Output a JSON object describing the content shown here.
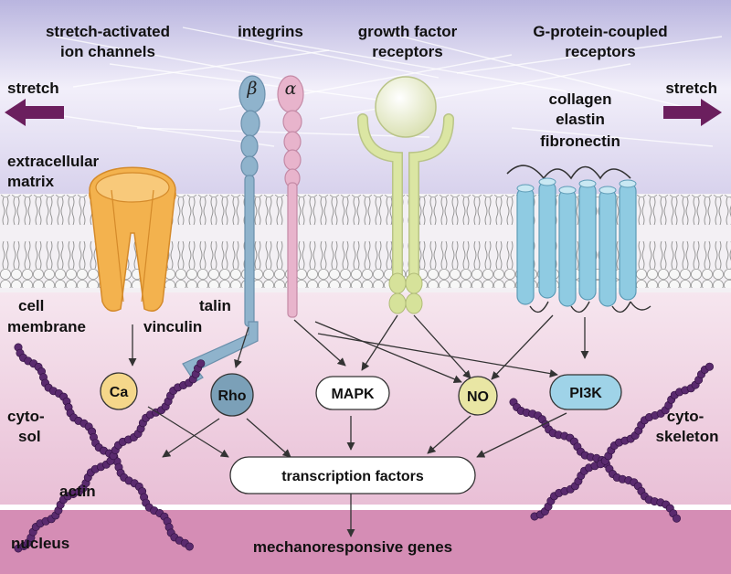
{
  "labels": {
    "stretch_ion_1": "stretch-activated",
    "stretch_ion_2": "ion channels",
    "integrins": "integrins",
    "gf_1": "growth factor",
    "gf_2": "receptors",
    "gpcr_1": "G-protein-coupled",
    "gpcr_2": "receptors",
    "stretch_left": "stretch",
    "stretch_right": "stretch",
    "beta": "β",
    "alpha": "α",
    "ecm_1": "collagen",
    "ecm_2": "elastin",
    "ecm_3": "fibronectin",
    "extracellular_1": "extracellular",
    "extracellular_2": "matrix",
    "cell_1": "cell",
    "cell_2": "membrane",
    "talin": "talin",
    "vinculin": "vinculin",
    "cytosol_1": "cyto-",
    "cytosol_2": "sol",
    "actin": "actin",
    "cytoskeleton_1": "cyto-",
    "cytoskeleton_2": "skeleton",
    "nucleus": "nucleus",
    "genes": "mechanoresponsive genes"
  },
  "nodes": {
    "ca": "Ca",
    "rho": "Rho",
    "mapk": "MAPK",
    "no": "NO",
    "pi3k": "PI3K",
    "tf": "transcription factors"
  },
  "colors": {
    "arrow_purple": "#6b1f5e",
    "channel": "#f3b24e",
    "beta_integrin": "#8fb3cc",
    "alpha_integrin": "#e8b4cc",
    "gf_receptor": "#d6e29a",
    "gpcr": "#8fcbe2",
    "actin": "#5a2a6e",
    "cytosol": "#eec8dc",
    "nucleus": "#d58db5"
  }
}
